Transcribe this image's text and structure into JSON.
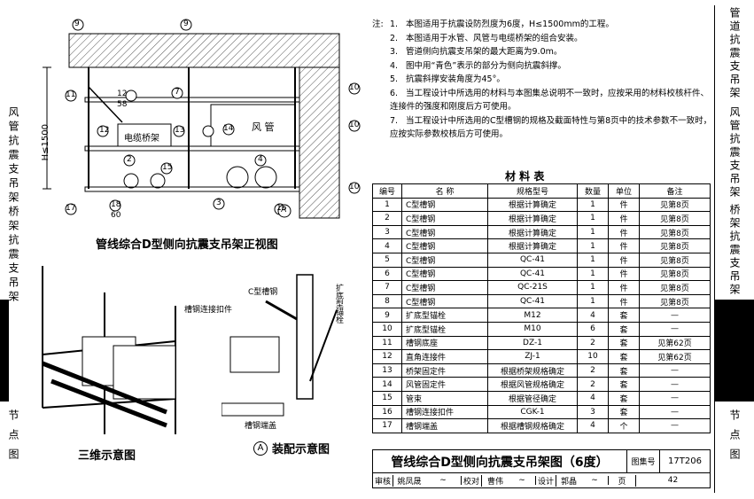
{
  "left_tabs": [
    {
      "text": "风管抗震支吊架"
    },
    {
      "text": "桥架抗震支吊架"
    },
    {
      "text": "节点图"
    }
  ],
  "right_tabs": [
    {
      "text": "管道抗震支吊架"
    },
    {
      "text": "风管抗震支吊架"
    },
    {
      "text": "桥架抗震支吊架"
    },
    {
      "text": "节点图"
    }
  ],
  "notes": {
    "label": "注:",
    "items": [
      {
        "num": "1.",
        "text": "本图适用于抗震设防烈度为6度，H≤1500mm的工程。"
      },
      {
        "num": "2.",
        "text": "本图适用于水管、风管与电缆桥架的组合安装。"
      },
      {
        "num": "3.",
        "text": "管道侧向抗震支吊架的最大距离为9.0m。"
      },
      {
        "num": "4.",
        "text": "图中用“青色”表示的部分为侧向抗震斜撑。"
      },
      {
        "num": "5.",
        "text": "抗震斜撑安装角度为45°。"
      },
      {
        "num": "6.",
        "text": "当工程设计中所选用的材料与本图集总说明不一致时，应按采用的材料校核杆件、连接件的强度和刚度后方可使用。"
      },
      {
        "num": "7.",
        "text": "当工程设计中所选用的C型槽钢的规格及截面特性与第8页中的技术参数不一致时，应按实际参数校核后方可使用。"
      }
    ]
  },
  "table": {
    "title": "材 料 表",
    "headers": [
      "编号",
      "名  称",
      "规格型号",
      "数量",
      "单位",
      "备注"
    ],
    "rows": [
      [
        "1",
        "C型槽钢",
        "根据计算确定",
        "1",
        "件",
        "见第8页"
      ],
      [
        "2",
        "C型槽钢",
        "根据计算确定",
        "1",
        "件",
        "见第8页"
      ],
      [
        "3",
        "C型槽钢",
        "根据计算确定",
        "1",
        "件",
        "见第8页"
      ],
      [
        "4",
        "C型槽钢",
        "根据计算确定",
        "1",
        "件",
        "见第8页"
      ],
      [
        "5",
        "C型槽钢",
        "QC-41",
        "1",
        "件",
        "见第8页"
      ],
      [
        "6",
        "C型槽钢",
        "QC-41",
        "1",
        "件",
        "见第8页"
      ],
      [
        "7",
        "C型槽钢",
        "QC-21S",
        "1",
        "件",
        "见第8页"
      ],
      [
        "8",
        "C型槽钢",
        "QC-41",
        "1",
        "件",
        "见第8页"
      ],
      [
        "9",
        "扩底型锚栓",
        "M12",
        "4",
        "套",
        "—"
      ],
      [
        "10",
        "扩底型锚栓",
        "M10",
        "6",
        "套",
        "—"
      ],
      [
        "11",
        "槽钢底座",
        "DZ-1",
        "2",
        "套",
        "见第62页"
      ],
      [
        "12",
        "直角连接件",
        "ZJ-1",
        "10",
        "套",
        "见第62页"
      ],
      [
        "13",
        "桥架固定件",
        "根据桥架规格确定",
        "2",
        "套",
        "—"
      ],
      [
        "14",
        "风管固定件",
        "根据风管规格确定",
        "2",
        "套",
        "—"
      ],
      [
        "15",
        "管束",
        "根据管径确定",
        "4",
        "套",
        "—"
      ],
      [
        "16",
        "槽钢连接扣件",
        "CGK-1",
        "3",
        "套",
        "—"
      ],
      [
        "17",
        "槽钢端盖",
        "根据槽钢规格确定",
        "4",
        "个",
        "—"
      ]
    ]
  },
  "title_block": {
    "drawing_title": "管线综合D型侧向抗震支吊架图（6度）",
    "atlas_label": "图集号",
    "atlas_no": "17T206",
    "review_label": "审核",
    "reviewer": "姚凤晟",
    "check_label": "校对",
    "checker": "曹伟",
    "design_label": "设计",
    "designer": "郭晶",
    "page_label": "页",
    "page_no": "42"
  },
  "drawing": {
    "front_caption": "管线综合D型侧向抗震支吊架正视图",
    "iso_caption": "三维示意图",
    "assembly_caption": "装配示意图",
    "assembly_mark": "A",
    "section_mark": "A",
    "tray_label": "电缆桥架",
    "duct_label": "风 管",
    "height_label": "H≤1500",
    "c_channel_label": "C型槽钢",
    "connector_label": "槽钢连接扣件",
    "endcap_label": "槽钢端盖",
    "anchor_label": "扩底型锚栓",
    "callouts": [
      "9",
      "9",
      "11",
      "7",
      "12",
      "58",
      "10",
      "10",
      "13",
      "12",
      "14",
      "2",
      "15",
      "4",
      "17",
      "18",
      "60",
      "3",
      "16",
      "10"
    ]
  },
  "colors": {
    "line": "#000000",
    "hatch": "#555555"
  }
}
